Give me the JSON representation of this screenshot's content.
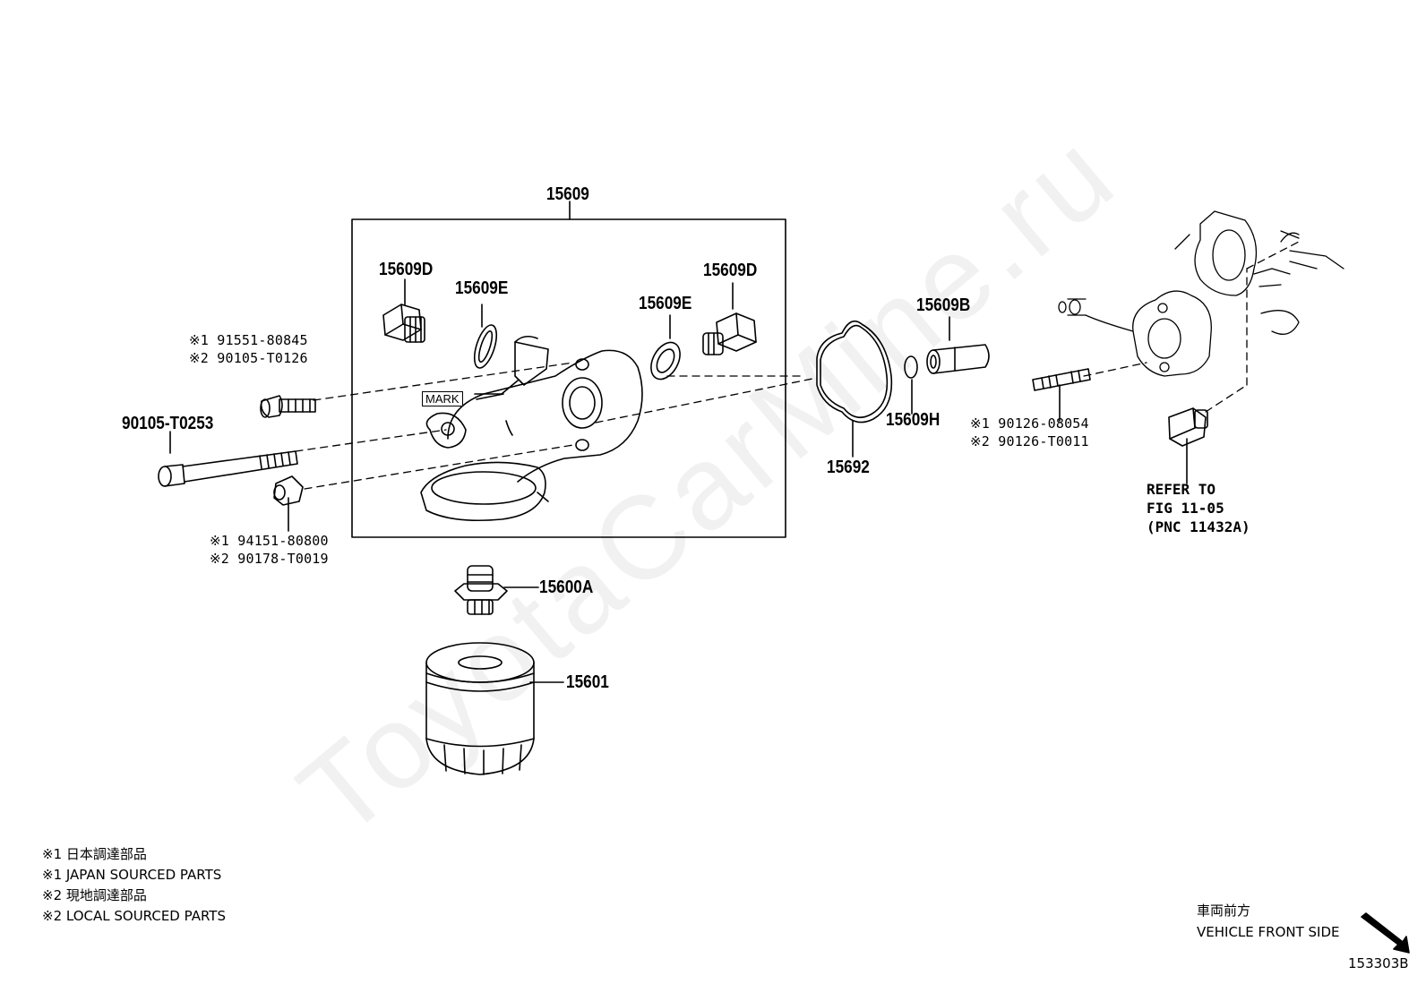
{
  "watermark": "ToyotaCarMine.ru",
  "assembly_label": "15609",
  "parts": {
    "p15609D_left": "15609D",
    "p15609E_left": "15609E",
    "p15609D_right": "15609D",
    "p15609E_right": "15609E",
    "p15609B": "15609B",
    "p15609H": "15609H",
    "p15692": "15692",
    "p15600A": "15600A",
    "p15601": "15601",
    "p90105_T0253": "90105-T0253"
  },
  "alternates": {
    "bolt_upper": [
      "※1 91551-80845",
      "※2 90105-T0126"
    ],
    "collar_lower": [
      "※1 94151-80800",
      "※2 90178-T0019"
    ],
    "stud": [
      "※1 90126-08054",
      "※2 90126-T0011"
    ]
  },
  "mark_label": "MARK",
  "refer": [
    "REFER TO",
    "FIG 11-05",
    "(PNC 11432A)"
  ],
  "notes": [
    "※1 日本調達部品",
    "※1 JAPAN SOURCED PARTS",
    "※2 現地調達部品",
    "※2 LOCAL SOURCED PARTS"
  ],
  "direction": {
    "jp": "車両前方",
    "en": "VEHICLE FRONT SIDE"
  },
  "figure_code": "153303B"
}
